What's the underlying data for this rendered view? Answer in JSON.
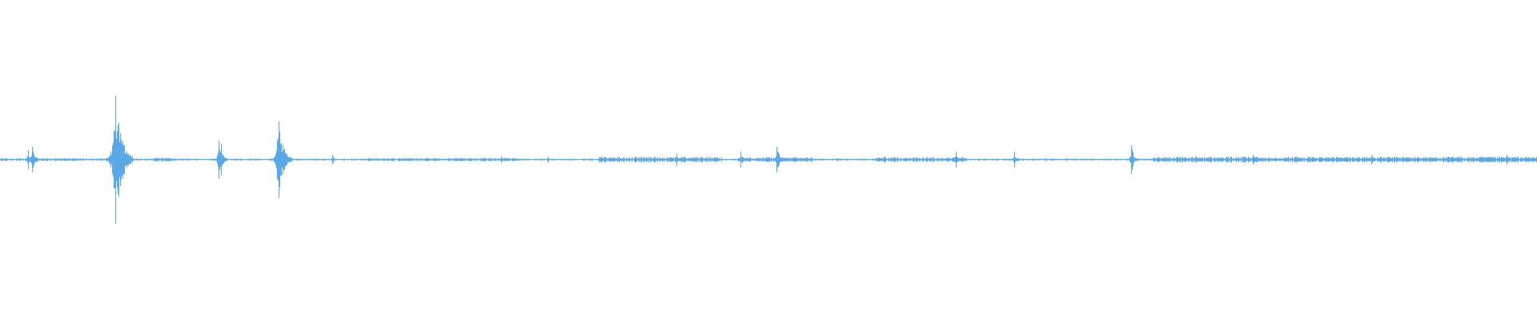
{
  "waveform": {
    "color": "#5aa9e6",
    "background": "#ffffff",
    "baseline_level": 0.004,
    "peaks": [
      {
        "t": 0.018,
        "amp": 0.06
      },
      {
        "t": 0.021,
        "amp": 0.08
      },
      {
        "t": 0.073,
        "amp": 0.04
      },
      {
        "t": 0.075,
        "amp": 0.4
      },
      {
        "t": 0.108,
        "amp": 0.01
      },
      {
        "t": 0.142,
        "amp": 0.12
      },
      {
        "t": 0.144,
        "amp": 0.1
      },
      {
        "t": 0.18,
        "amp": 0.12
      },
      {
        "t": 0.181,
        "amp": 0.24
      },
      {
        "t": 0.216,
        "amp": 0.03
      },
      {
        "t": 0.26,
        "amp": 0.01
      },
      {
        "t": 0.296,
        "amp": 0.01
      },
      {
        "t": 0.326,
        "amp": 0.02
      },
      {
        "t": 0.356,
        "amp": 0.02
      },
      {
        "t": 0.391,
        "amp": 0.02
      },
      {
        "t": 0.44,
        "amp": 0.04
      },
      {
        "t": 0.482,
        "amp": 0.05
      },
      {
        "t": 0.505,
        "amp": 0.08
      },
      {
        "t": 0.545,
        "amp": 0.01
      },
      {
        "t": 0.575,
        "amp": 0.02
      },
      {
        "t": 0.622,
        "amp": 0.05
      },
      {
        "t": 0.66,
        "amp": 0.05
      },
      {
        "t": 0.68,
        "amp": 0.01
      },
      {
        "t": 0.694,
        "amp": 0.01
      },
      {
        "t": 0.736,
        "amp": 0.09
      },
      {
        "t": 0.778,
        "amp": 0.02
      },
      {
        "t": 0.815,
        "amp": 0.03
      },
      {
        "t": 0.843,
        "amp": 0.02
      },
      {
        "t": 0.892,
        "amp": 0.03
      },
      {
        "t": 0.95,
        "amp": 0.02
      },
      {
        "t": 0.98,
        "amp": 0.03
      }
    ],
    "noise_segments": [
      {
        "start": 0.0,
        "end": 0.07,
        "amp": 0.006
      },
      {
        "start": 0.1,
        "end": 0.115,
        "amp": 0.008
      },
      {
        "start": 0.24,
        "end": 0.34,
        "amp": 0.007
      },
      {
        "start": 0.39,
        "end": 0.47,
        "amp": 0.012
      },
      {
        "start": 0.48,
        "end": 0.53,
        "amp": 0.01
      },
      {
        "start": 0.57,
        "end": 0.63,
        "amp": 0.01
      },
      {
        "start": 0.75,
        "end": 1.0,
        "amp": 0.012
      }
    ]
  }
}
